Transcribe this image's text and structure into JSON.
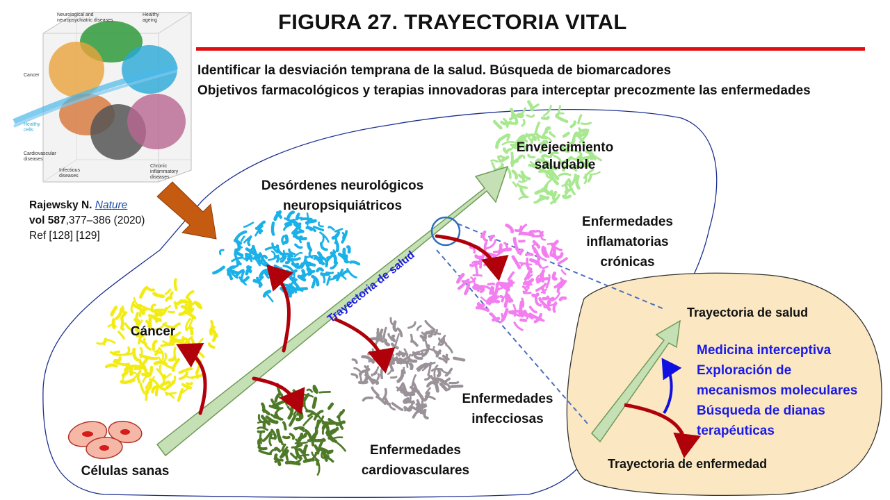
{
  "header": {
    "title": "FIGURA 27. TRAYECTORIA VITAL",
    "accent_color": "#e01010",
    "subtitle_1": "Identificar la desviación temprana de la salud. Búsqueda de biomarcadores",
    "subtitle_2": "Objetivos farmacológicos y terapias innovadoras para interceptar precozmente las enfermedades"
  },
  "reference": {
    "author": "Rajewsky N.",
    "journal": "Nature",
    "vol_label": "vol",
    "vol_number": "587",
    "pages_year": ",377–386 (2020)",
    "refs": "Ref [128] [129]"
  },
  "inset_figure": {
    "labels": {
      "neuro": "Neurological and neuropsychiatric diseases",
      "ageing": "Healthy ageing",
      "cancer": "Cancer",
      "healthy_cells": "Healthy cells",
      "cardio": "Cardiovascular diseases",
      "infectious": "Infectious diseases",
      "chronic": "Chronic inflammatory diseases"
    }
  },
  "diagram": {
    "health_trajectory_arrow": "Trayectoria de salud",
    "clusters": {
      "ageing": "Envejecimiento saludable",
      "neuro_1": "Desórdenes neurológicos",
      "neuro_2": "neuropsiquiátricos",
      "inflammatory_1": "Enfermedades",
      "inflammatory_2": "inflamatorias",
      "inflammatory_3": "crónicas",
      "cancer": "Cáncer",
      "infectious_1": "Enfermedades",
      "infectious_2": "infecciosas",
      "cardio_1": "Enfermedades",
      "cardio_2": "cardiovasculares",
      "healthy_cells": "Células sanas"
    },
    "colors": {
      "neuro": "#1ab0e8",
      "cancer": "#f2ec14",
      "cardio": "#4e7a28",
      "infectious": "#9a9298",
      "inflammatory": "#f27ef0",
      "ageing": "#a8e890",
      "trajectory_fill": "#c5e0b4",
      "trajectory_stroke": "#6f9a58",
      "red_arrow": "#b0000a",
      "blue_arrow": "#1010e0",
      "inset_bg": "#fbe8c2"
    }
  },
  "zoom_panel": {
    "health_label": "Trayectoria de salud",
    "disease_label": "Trayectoria de enfermedad",
    "items": [
      "Medicina interceptiva",
      "Exploración de",
      "mecanismos moleculares",
      "Búsqueda de dianas",
      "terapéuticas"
    ]
  }
}
